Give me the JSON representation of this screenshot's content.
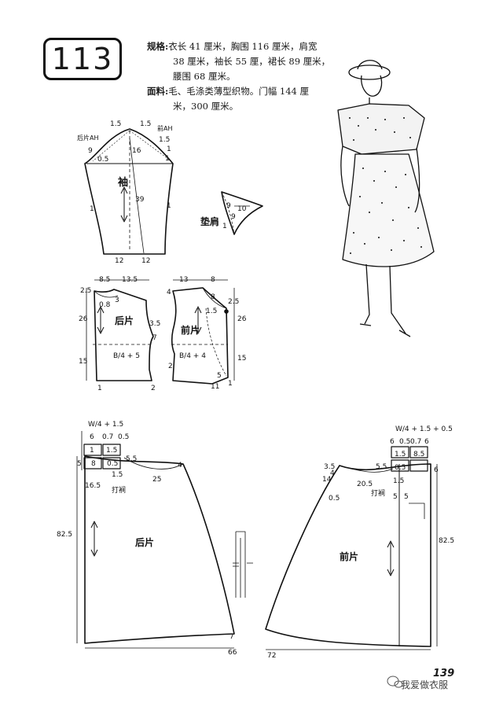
{
  "pattern_number": "113",
  "specs": {
    "spec_label": "规格:",
    "spec_line1": "衣长 41 厘米，胸围 116 厘米，肩宽",
    "spec_line2": "38 厘米，袖长 55 厘，裙长 89 厘米，",
    "spec_line3": "腰围 68 厘米。",
    "fabric_label": "面料:",
    "fabric_line1": "毛、毛涤类薄型织物。门幅 144 厘",
    "fabric_line2": "米，300 厘米。"
  },
  "sleeve": {
    "title": "袖",
    "back_ah": "后片AH",
    "front_ah": "前AH",
    "m_1_5a": "1.5",
    "m_1_5b": "1.5",
    "m_1_5c": "1.5",
    "m_9": "9",
    "m_0_5": "0.5",
    "m_16": "16",
    "m_1a": "1",
    "m_1b": "1",
    "m_39": "39",
    "m_1c": "1",
    "m_1d": "1",
    "m_12a": "12",
    "m_12b": "12"
  },
  "shoulder_pad": {
    "title": "垫肩",
    "m_9": "9",
    "m_10": "10",
    "m_9b": "9",
    "m_1": "1"
  },
  "bodice_back": {
    "title": "后片",
    "m_8_5": "8.5",
    "m_13_5": "13.5",
    "m_2_5": "2.5",
    "m_3": "3",
    "m_0_8": "0.8",
    "m_26": "26",
    "m_15": "15",
    "m_3_5": "3.5",
    "m_7": "7",
    "m_1": "1",
    "m_2": "2",
    "formula": "B/4 + 5"
  },
  "bodice_front": {
    "title": "前片",
    "m_13": "13",
    "m_8": "8",
    "m_4": "4",
    "m_8b": "8",
    "m_2_5": "2.5",
    "m_1_5": "1.5",
    "m_26": "26",
    "m_15": "15",
    "m_2": "2",
    "m_5": "5",
    "m_11": "11",
    "m_1": "1",
    "formula": "B/4 + 4"
  },
  "skirt_back": {
    "title": "后片",
    "formula": "W/4 + 1.5",
    "m_6": "6",
    "m_0_7": "0.7",
    "m_0_5a": "0.5",
    "m_1a": "1",
    "m_1_5a": "1.5",
    "m_5": "5",
    "m_8": "8",
    "m_0_5b": "0.5",
    "m_5_5": "5.5",
    "m_1_5b": "1.5",
    "m_25": "25",
    "m_4": "4",
    "m_16_5": "16.5",
    "pleat": "打裥",
    "m_82_5": "82.5",
    "m_7": "7",
    "m_66": "66"
  },
  "skirt_front": {
    "title": "前片",
    "formula": "W/4 + 1.5 + 0.5",
    "m_6a": "6",
    "m_0_5a": "0.5",
    "m_0_7": "0.7",
    "m_6b": "6",
    "m_1_5a": "1.5",
    "m_8_5": "8.5",
    "m_3_5": "3.5",
    "m_5_5": "5.5",
    "m_0_5b": "0.5",
    "m_4": "4",
    "m_14": "14",
    "m_20_5": "20.5",
    "m_1_5b": "1.5",
    "m_6c": "6",
    "m_0_5c": "0.5",
    "pleat": "打裥",
    "m_5a": "5",
    "m_5b": "5",
    "m_82_5": "82.5",
    "m_72": "72"
  },
  "page_number": "139",
  "watermark": "我爱做衣服"
}
